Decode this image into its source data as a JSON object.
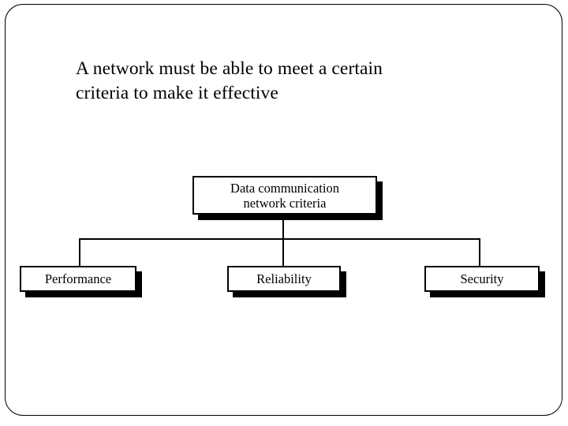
{
  "slide": {
    "background_color": "#ffffff",
    "border_color": "#000000",
    "frame": "rounded-rectangle"
  },
  "title": {
    "line1": "A network must be able to meet a certain",
    "line2": "criteria to make it effective",
    "color": "#000000"
  },
  "diagram": {
    "type": "org-chart",
    "root": {
      "label_line1": "Data communication",
      "label_line2": "network criteria"
    },
    "children": [
      {
        "label": "Performance"
      },
      {
        "label": "Reliability"
      },
      {
        "label": "Security"
      }
    ],
    "box_fill": "#ffffff",
    "box_border_color": "#000000",
    "shadow_color": "#000000",
    "connector_color": "#000000"
  }
}
